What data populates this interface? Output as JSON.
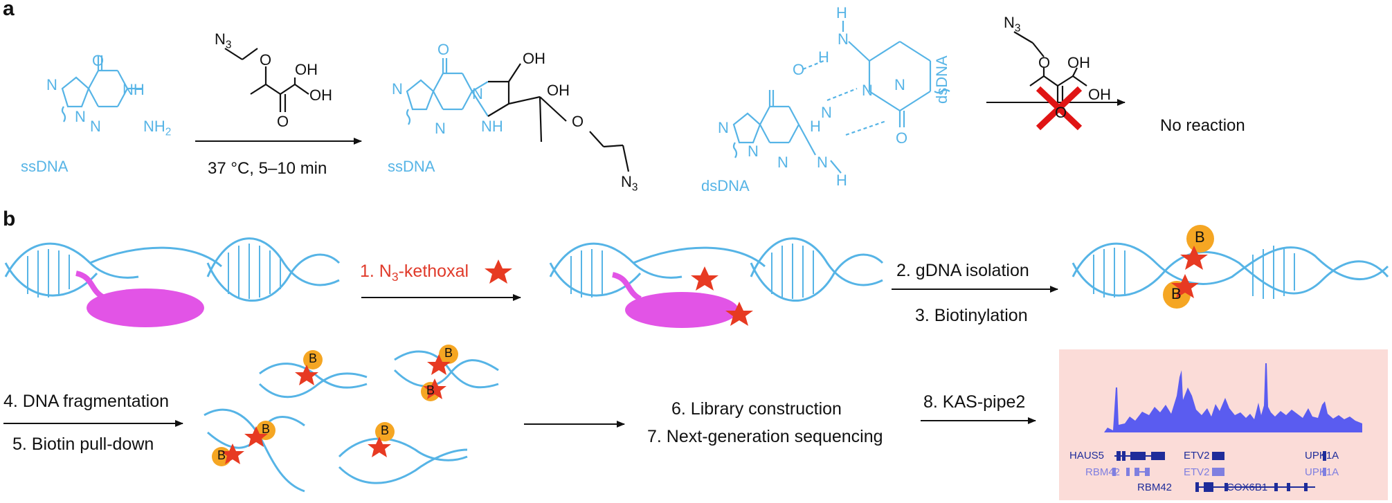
{
  "panels": {
    "a": "a",
    "b": "b"
  },
  "colors": {
    "dna": "#56b4e6",
    "protein": "#e254e6",
    "star": "#e73a22",
    "biotin": "#f5a623",
    "track": "#5a5cf0",
    "trackBg": "#fbdcd8",
    "cross": "#e01414"
  },
  "chem": {
    "ssdna": "ssDNA",
    "dsdna": "dsDNA",
    "N": "N",
    "NH": "NH",
    "NH2": "NH",
    "NH2sub": "2",
    "O": "O",
    "OH": "OH",
    "H": "H",
    "N3": "N",
    "N3sub": "3",
    "conditions": "37 °C, 5–10 min",
    "no_reaction": "No reaction"
  },
  "steps": {
    "s1": "1. N",
    "s1sub": "3",
    "s1rest": "-kethoxal",
    "s2": "2. gDNA isolation",
    "s3": "3. Biotinylation",
    "s4": "4. DNA fragmentation",
    "s5": "5. Biotin pull-down",
    "s6": "6. Library construction",
    "s7": "7. Next-generation sequencing",
    "s8": "8. KAS-pipe2"
  },
  "biotin_label": "B",
  "tracks": {
    "genes_row1": [
      "HAUS5",
      "ETV2",
      "UPK1A"
    ],
    "genes_row2": [
      "RBM42",
      "ETV2",
      "UPK1A"
    ],
    "genes_row3": [
      "RBM42",
      "COX6B1"
    ]
  }
}
